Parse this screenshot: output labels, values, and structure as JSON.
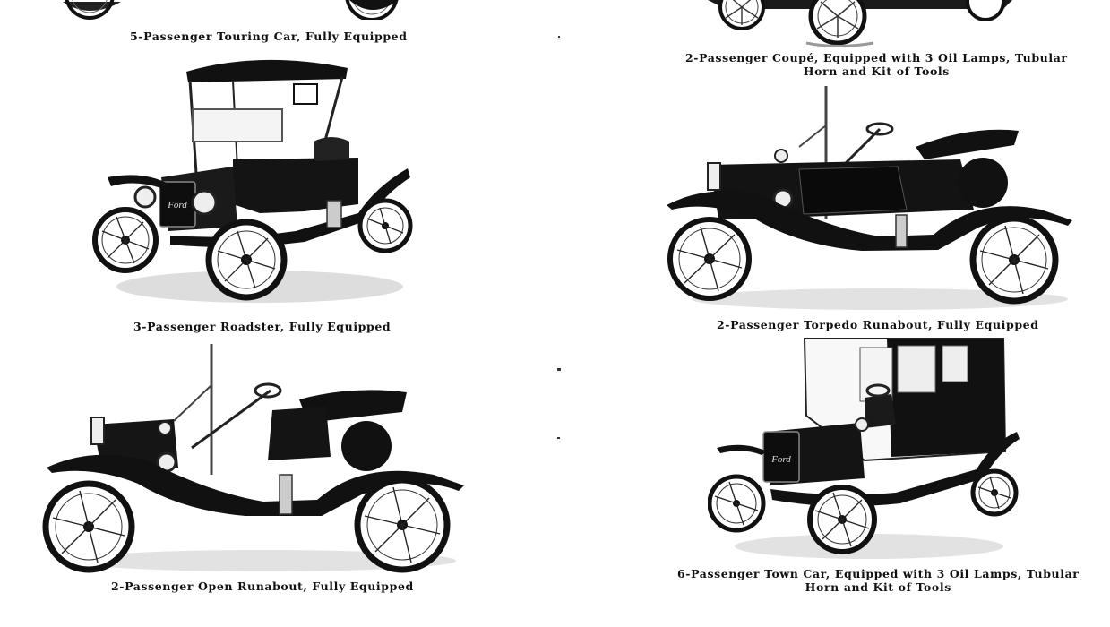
{
  "captions": {
    "touring": "5-Passenger Touring Car, Fully Equipped",
    "coupe_line1": "2-Passenger Coupé, Equipped with 3 Oil Lamps, Tubular",
    "coupe_line2": "Horn and Kit of Tools",
    "roadster": "3-Passenger Roadster, Fully Equipped",
    "torpedo": "2-Passenger Torpedo Runabout, Fully Equipped",
    "open_runabout": "2-Passenger Open Runabout, Fully Equipped",
    "towncar_line1": "6-Passenger Town Car, Equipped with 3 Oil Lamps, Tubular",
    "towncar_line2": "Horn and Kit of Tools"
  }
}
